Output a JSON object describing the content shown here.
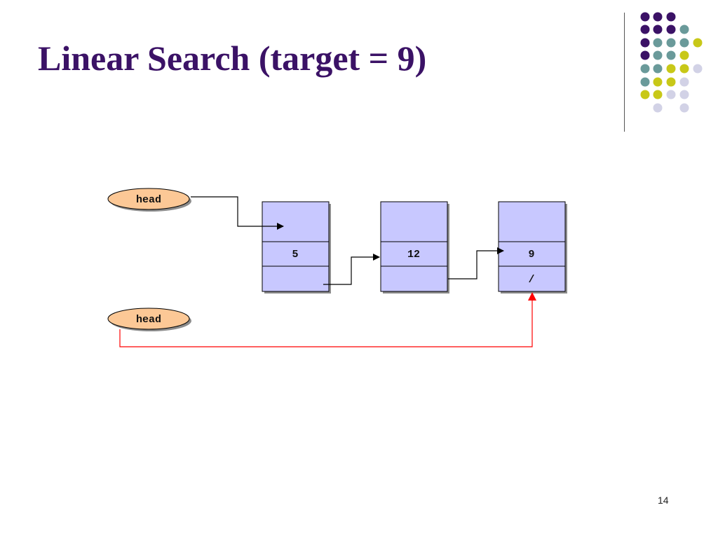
{
  "slide": {
    "title": "Linear Search (target = 9)",
    "page_number": "14"
  },
  "diagram": {
    "head_labels": [
      "head",
      "head"
    ],
    "nodes": [
      {
        "value": "5",
        "next": ""
      },
      {
        "value": "12",
        "next": ""
      },
      {
        "value": "9",
        "next": "/"
      }
    ]
  },
  "colors": {
    "title": "#3b1266",
    "node_fill": "#c8c8ff",
    "head_fill": "#fcc896",
    "search_pointer": "#ff0000",
    "dot_purple": "#3b1266",
    "dot_teal": "#6a9a9a",
    "dot_yellow": "#c8c818",
    "dot_lavender": "#d2d2e6"
  }
}
